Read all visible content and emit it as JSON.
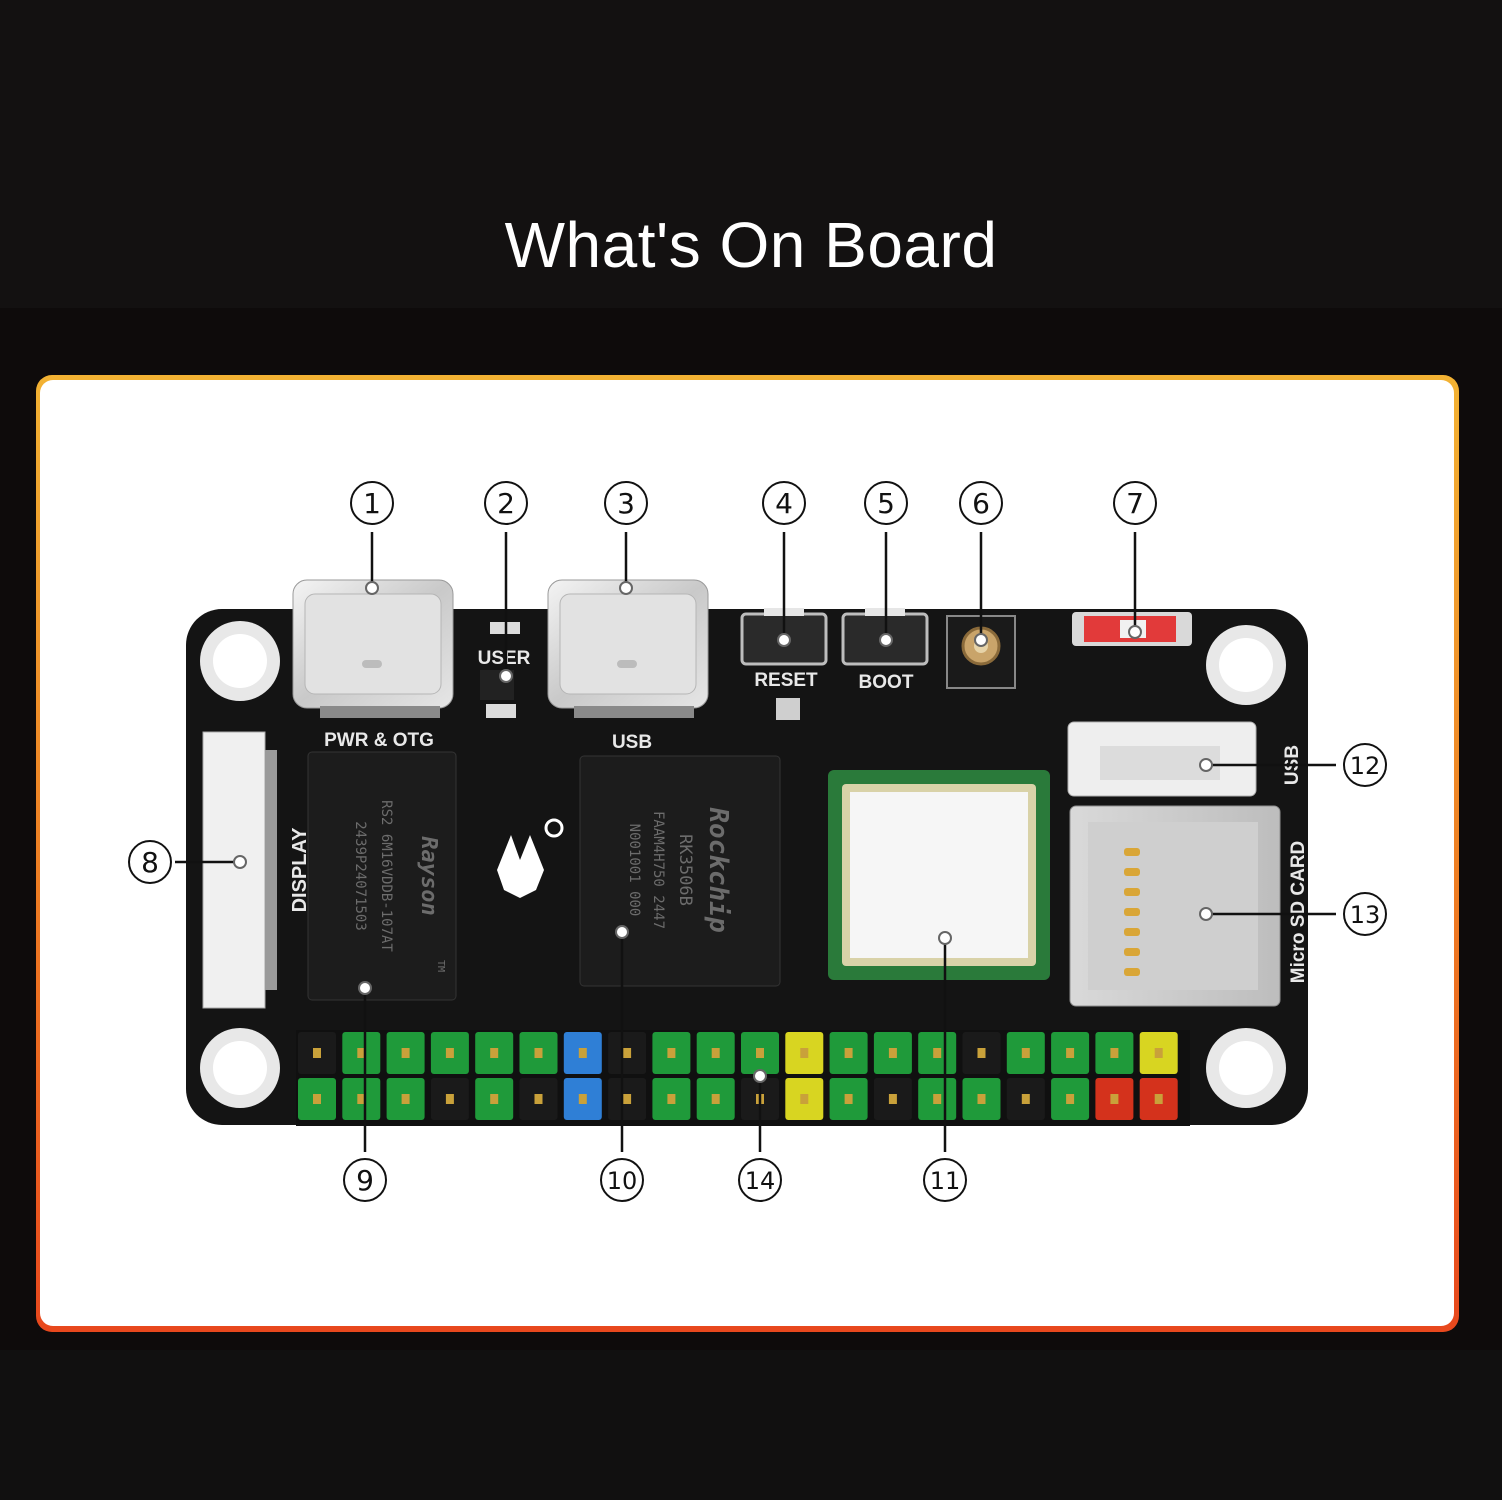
{
  "title": "What's On Board",
  "board": {
    "silkscreen": {
      "pwr_otg": "PWR & OTG",
      "user": "USER",
      "usb_c": "USB",
      "reset": "RESET",
      "boot": "BOOT",
      "display": "DISPLAY",
      "usb_header": "USB",
      "micro_sd": "Micro SD CARD"
    },
    "ram_chip": {
      "brand": "Rayson",
      "tm": "TM",
      "part": "RS2 6M16VDDB-107AT",
      "code": "2439P24071503"
    },
    "soc_chip": {
      "brand": "Rockchip",
      "model": "RK3506B",
      "line1": "FAAM4H750 2447",
      "line2": "N001001 000"
    },
    "header_pin_colors": {
      "green": "#1f9a3a",
      "black": "#1a1a1a",
      "blue": "#2f7fd6",
      "yellow": "#d8d521",
      "red": "#d4321c"
    }
  },
  "callouts": [
    "1",
    "2",
    "3",
    "4",
    "5",
    "6",
    "7",
    "8",
    "9",
    "10",
    "11",
    "12",
    "13",
    "14"
  ]
}
